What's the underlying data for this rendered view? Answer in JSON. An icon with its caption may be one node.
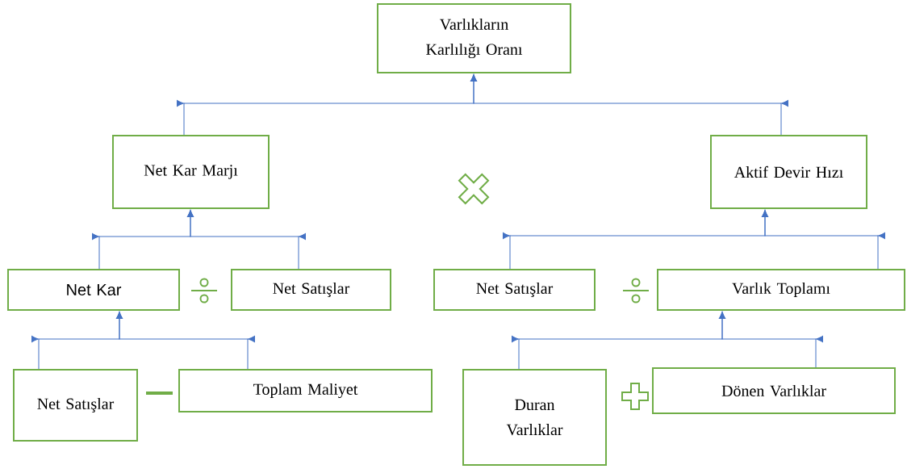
{
  "diagram": {
    "nodes": [
      {
        "text": [
          "Varlıkların Karlılığı Oranı"
        ]
      },
      {
        "text": [
          "Net Kar Marjı"
        ]
      },
      {
        "text": [
          "Aktif Devir Hızı"
        ]
      },
      {
        "text": [
          "Net Kar"
        ]
      },
      {
        "text": [
          "Net Satışlar"
        ]
      },
      {
        "text": [
          "Net Satışlar"
        ]
      },
      {
        "text": [
          "Varlık Toplamı"
        ]
      },
      {
        "text": [
          "Net Satışlar"
        ]
      },
      {
        "text": [
          "Toplam Maliyet"
        ]
      },
      {
        "text": [
          "Duran Varlıklar"
        ]
      },
      {
        "text": [
          "Dönen Varlıklar"
        ]
      }
    ],
    "edges": [
      {
        "from": 1,
        "to": 0,
        "arrow": "to"
      },
      {
        "from": 2,
        "to": 0,
        "arrow": "to"
      },
      {
        "from": 3,
        "to": 1,
        "arrow": "to"
      },
      {
        "from": 4,
        "to": 1,
        "arrow": "to"
      },
      {
        "from": 5,
        "to": 2,
        "arrow": "to"
      },
      {
        "from": 6,
        "to": 2,
        "arrow": "to"
      },
      {
        "from": 7,
        "to": 3,
        "arrow": "to"
      },
      {
        "from": 8,
        "to": 3,
        "arrow": "to"
      },
      {
        "from": 9,
        "to": 6,
        "arrow": "to"
      },
      {
        "from": 10,
        "to": 6,
        "arrow": "to"
      }
    ]
  }
}
